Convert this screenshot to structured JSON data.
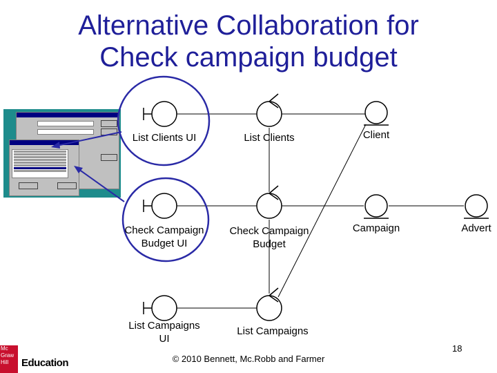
{
  "slide": {
    "title_line1": "Alternative Collaboration for",
    "title_line2": "Check campaign budget",
    "page_number": "18",
    "copyright": "© 2010 Bennett, Mc.Robb and Farmer"
  },
  "logo": {
    "box_text": [
      "Mc",
      "Graw",
      "Hill"
    ],
    "text": "Education"
  },
  "nodes": {
    "list_clients_ui": {
      "kind": "boundary",
      "label": "List Clients UI"
    },
    "list_clients": {
      "kind": "control",
      "label": "List Clients"
    },
    "client": {
      "kind": "entity",
      "label": "Client"
    },
    "check_campaign_budget_ui": {
      "kind": "boundary",
      "label_line1": "Check Campaign",
      "label_line2": "Budget UI"
    },
    "check_campaign_budget": {
      "kind": "control",
      "label_line1": "Check Campaign",
      "label_line2": "Budget"
    },
    "campaign": {
      "kind": "entity",
      "label": "Campaign"
    },
    "advert": {
      "kind": "entity",
      "label": "Advert"
    },
    "list_campaigns_ui": {
      "kind": "boundary",
      "label_line1": "List Campaigns",
      "label_line2": "UI"
    },
    "list_campaigns": {
      "kind": "control",
      "label": "List Campaigns"
    }
  },
  "colors": {
    "title": "#1f1f99",
    "highlight": "#2a2aa6",
    "screenshot_bg": "#1e8c8c"
  }
}
